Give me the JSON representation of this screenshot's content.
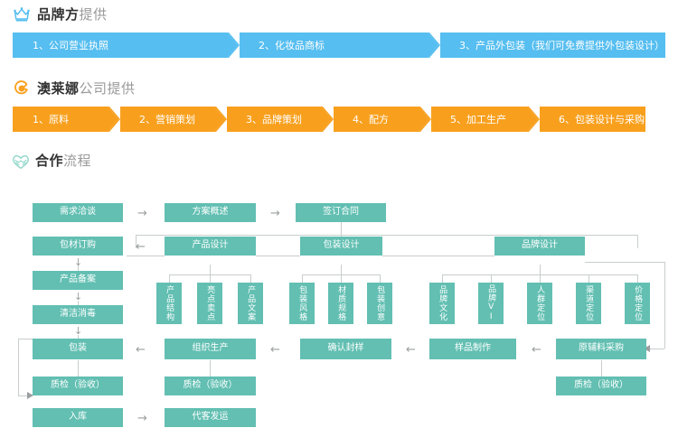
{
  "sections": [
    {
      "id": "brand-side",
      "icon": "crown-icon",
      "title_bold": "品牌方",
      "title_sub": "提供",
      "color": "#56bef0",
      "steps": [
        "1、公司营业执照",
        "2、化妆品商标",
        "3、产品外包装（我们可免费提供外包装设计）"
      ]
    },
    {
      "id": "company-side",
      "icon": "circle-logo-icon",
      "title_bold": "澳莱娜",
      "title_sub": "公司提供",
      "color": "#f8a01e",
      "steps": [
        "1、原料",
        "2、营销策划",
        "3、品牌策划",
        "4、配方",
        "5、加工生产",
        "6、包装设计与采购"
      ]
    },
    {
      "id": "cooperation-flow",
      "icon": "handshake-heart-icon",
      "title_bold": "合作",
      "title_sub": "流程",
      "color": "#62bfb2"
    }
  ],
  "flow": {
    "node_color": "#62bfb2",
    "line_color": "#c9cdcd",
    "arrow_glyph_right": "→",
    "arrow_glyph_left": "←",
    "arrow_glyph_down": "↓",
    "nodes": {
      "xuqiu_qiatan": "需求洽谈",
      "fangan_gaishu": "方案概述",
      "qianding_hetong": "签订合同",
      "baocai_dinggou": "包材订购",
      "chanpin_sheji": "产品设计",
      "baozhuang_sheji": "包装设计",
      "pinpai_sheji": "品牌设计",
      "chanpin_beian": "产品备案",
      "qingjie_xiaodu": "清洁消毒",
      "baozhuang": "包装",
      "zuzhi_shengchan": "组织生产",
      "queren_fengyang": "确认封样",
      "yangpin_zhizuo": "样品制作",
      "yuanfuliao_caigou": "原辅料采购",
      "zhijian_1": "质检（验收）",
      "zhijian_2": "质检（验收）",
      "zhijian_3": "质检（验收）",
      "ruku": "入库",
      "daike_fayun": "代客发运",
      "chanpin_jiegou": "产品结构",
      "liangdian_maidian": "亮点卖点",
      "chanpin_wenan": "产品文案",
      "baozhuang_fengge": "包装风格",
      "caizhi_guige": "材质规格",
      "baozhuang_chuangyi": "包装创意",
      "pinpai_wenhua": "品牌文化",
      "pinpai_vi": "品牌VI",
      "renqun_dingwei": "人群定位",
      "qudao_dingwei": "渠道定位",
      "jiage_dingwei": "价格定位"
    }
  }
}
